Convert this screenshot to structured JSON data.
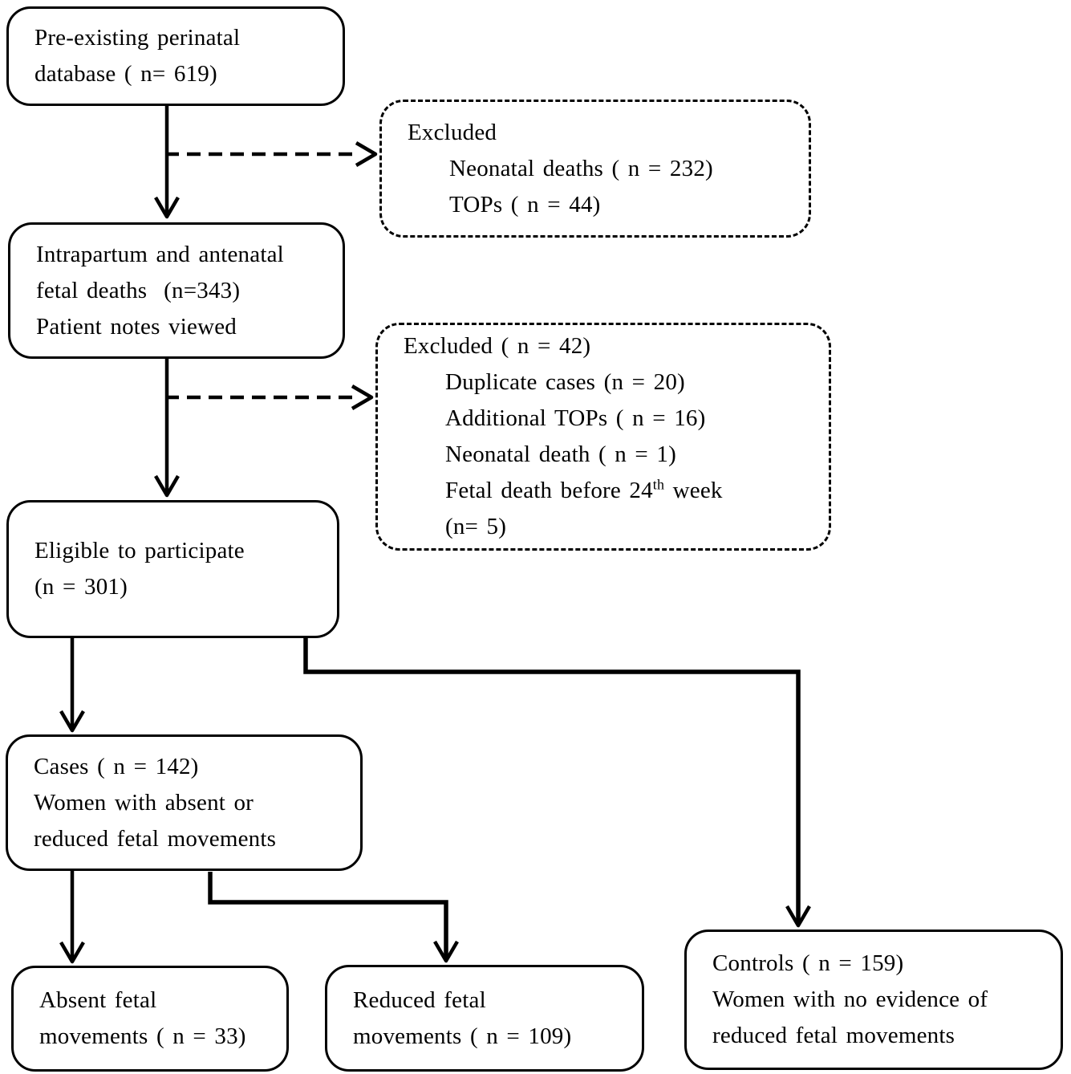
{
  "figure": {
    "type": "participant-flow-diagram",
    "background_color": "#ffffff",
    "line_color": "#000000"
  },
  "boxes": {
    "database": {
      "lines": [
        "Pre-existing perinatal",
        "database ( n= 619)"
      ]
    },
    "excluded1": {
      "title": "Excluded",
      "items": [
        "Neonatal deaths ( n = 232)",
        "TOPs ( n = 44)"
      ]
    },
    "deaths": {
      "lines": [
        "Intrapartum and antenatal",
        "fetal deaths  (n=343)",
        "Patient notes viewed"
      ]
    },
    "excluded2": {
      "title": "Excluded ( n = 42)",
      "items": [
        "Duplicate cases (n = 20)",
        "Additional TOPs ( n = 16)",
        "Neonatal death ( n = 1)"
      ],
      "item4_pre": "Fetal death before 24",
      "item4_sup": "th",
      "item4_post": " week",
      "item5": "(n= 5)"
    },
    "eligible": {
      "lines": [
        "Eligible to participate",
        "(n = 301)"
      ]
    },
    "cases": {
      "lines": [
        "Cases ( n = 142)",
        "Women with absent or",
        "reduced fetal movements"
      ]
    },
    "absent": {
      "lines": [
        "Absent fetal",
        "movements ( n = 33)"
      ]
    },
    "reduced": {
      "lines": [
        "Reduced fetal",
        "movements ( n = 109)"
      ]
    },
    "controls": {
      "lines": [
        "Controls ( n = 159)",
        "Women with no evidence of",
        "reduced fetal movements"
      ]
    }
  }
}
